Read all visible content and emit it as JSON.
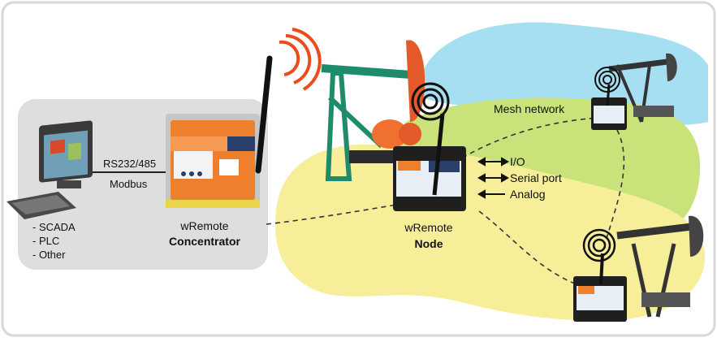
{
  "left_panel": {
    "host_list": [
      "- SCADA",
      "- PLC",
      "- Other"
    ],
    "link_label_top": "RS232/485",
    "link_label_bottom": "Modbus",
    "concentrator_line1": "wRemote",
    "concentrator_line2": "Concentrator"
  },
  "node": {
    "line1": "wRemote",
    "line2": "Node",
    "io_labels": [
      "I/O",
      "Serial port",
      "Analog"
    ]
  },
  "mesh_label": "Mesh network",
  "colors": {
    "sky": "#a6def2",
    "green_zone": "#c9e27a",
    "yellow_zone": "#f6ee98",
    "panel": "#dedede",
    "device_orange": "#ee7f2d",
    "radio_wave": "#ee4b1d",
    "pumpjack_green": "#1e8c6a",
    "pumpjack_head": "#e45a2a"
  }
}
